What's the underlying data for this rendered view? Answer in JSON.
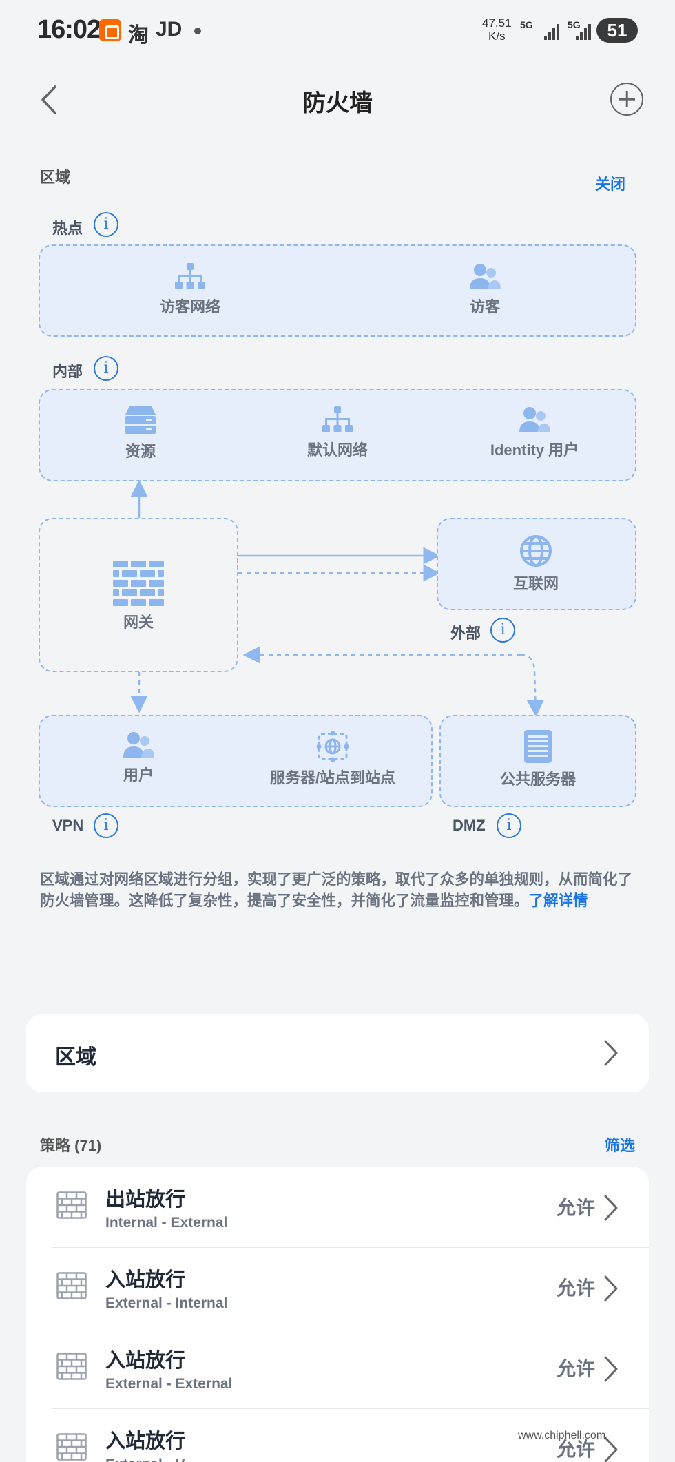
{
  "status_bar": {
    "time": "16:02",
    "app_icons": [
      "taobao-icon",
      "jd-icon"
    ],
    "taobao_text": "淘",
    "jd_text": "JD",
    "net_speed_value": "47.51",
    "net_speed_unit": "K/s",
    "net_type_1": "5G",
    "net_type_2": "5G",
    "battery": "51"
  },
  "header": {
    "title": "防火墙"
  },
  "zones_section": {
    "label": "区域",
    "close_link": "关闭"
  },
  "diagram": {
    "hotspot": {
      "label": "热点",
      "items": [
        "访客网络",
        "访客"
      ]
    },
    "internal": {
      "label": "内部",
      "items": [
        "资源",
        "默认网络",
        "Identity 用户"
      ]
    },
    "gateway": {
      "label": "网关"
    },
    "external": {
      "label": "外部",
      "item": "互联网"
    },
    "vpn": {
      "label": "VPN",
      "items": [
        "用户",
        "服务器/站点到站点"
      ]
    },
    "dmz": {
      "label": "DMZ",
      "item": "公共服务器"
    },
    "info_glyph": "i"
  },
  "description": {
    "text": "区域通过对网络区域进行分组，实现了更广泛的策略，取代了众多的单独规则，从而简化了防火墙管理。这降低了复杂性，提高了安全性，并简化了流量监控和管理。",
    "more_link": "了解详情"
  },
  "zone_card": {
    "title": "区域"
  },
  "policies": {
    "label": "策略 (71)",
    "filter_link": "筛选",
    "items": [
      {
        "name": "出站放行",
        "direction": "Internal - External",
        "action": "允许"
      },
      {
        "name": "入站放行",
        "direction": "External - Internal",
        "action": "允许"
      },
      {
        "name": "入站放行",
        "direction": "External - External",
        "action": "允许"
      },
      {
        "name": "入站放行",
        "direction": "External - V",
        "action": "允许"
      }
    ]
  },
  "watermark": "www.chiphell.com",
  "colors": {
    "accent": "#1a73e8",
    "zone_fill": "#e7eefb",
    "zone_border": "#8fb8f0",
    "icon_blue": "#8db6ef",
    "background": "#f3f4f6"
  }
}
